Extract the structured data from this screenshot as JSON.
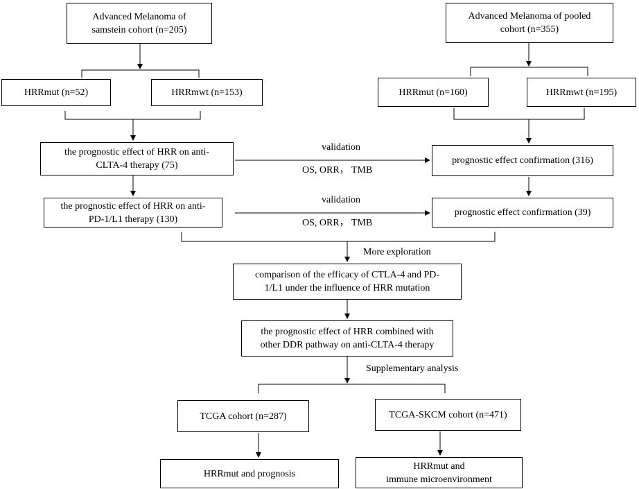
{
  "boxes": {
    "samstein_cohort": "Advanced Melanoma of\nsamstein cohort (n=205)",
    "pooled_cohort": "Advanced Melanoma of pooled\ncohort (n=355)",
    "samstein_hrrmut": "HRRmut (n=52)",
    "samstein_hrrmwt": "HRRmwt (n=153)",
    "pooled_hrrmut": "HRRmut (n=160)",
    "pooled_hrrmwt": "HRRmwt (n=195)",
    "ctla4_effect": "the prognostic effect of HRR on anti-\nCLTA-4 therapy (75)",
    "ctla4_confirmation": "prognostic effect confirmation (316)",
    "pd1_effect": "the prognostic effect of HRR on anti-\nPD-1/L1 therapy (130)",
    "pd1_confirmation": "prognostic effect confirmation (39)",
    "efficacy_comparison": "comparison of the efficacy of CTLA-4 and PD-\n1/L1 under the influence of HRR mutation",
    "combined_ddr": "the prognostic effect of HRR combined with\nother DDR pathway on anti-CLTA-4 therapy",
    "tcga_cohort": "TCGA cohort (n=287)",
    "tcga_skcm_cohort": "TCGA-SKCM cohort (n=471)",
    "hrrmut_prognosis": "HRRmut and prognosis",
    "hrrmut_immune": "HRRmut and\nimmune microenvironment"
  },
  "labels": {
    "validation_1": "validation",
    "metrics_1": "OS, ORR， TMB",
    "validation_2": "validation",
    "metrics_2": "OS, ORR， TMB",
    "more_exploration": "More exploration",
    "supplementary_analysis": "Supplementary analysis"
  },
  "colors": {
    "line": "#000000",
    "box_border": "#000000",
    "background": "#ffffff"
  }
}
